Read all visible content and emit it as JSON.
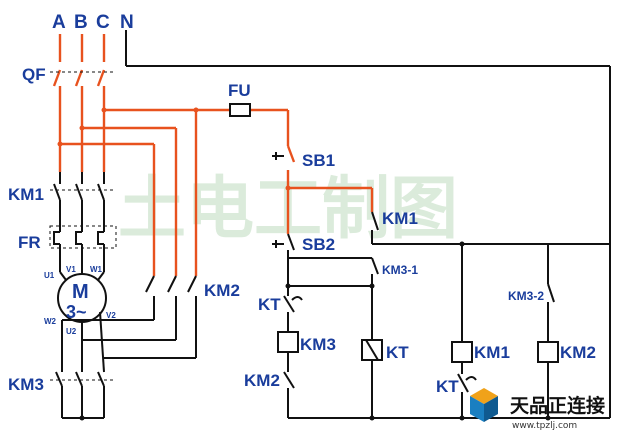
{
  "phases": {
    "a": "A",
    "b": "B",
    "c": "C",
    "n": "N"
  },
  "labels": {
    "qf": "QF",
    "fu": "FU",
    "km1_main": "KM1",
    "fr": "FR",
    "motor_m": "M",
    "motor_3": "3~",
    "u1": "U1",
    "v1": "V1",
    "w1": "W1",
    "u2": "U2",
    "v2": "V2",
    "w2": "W2",
    "km2_main": "KM2",
    "km3_main": "KM3",
    "sb1": "SB1",
    "sb2": "SB2",
    "km1_aux": "KM1",
    "km3_1": "KM3-1",
    "km3_2": "KM3-2",
    "kt_nc": "KT",
    "km3_coil": "KM3",
    "km2_nc": "KM2",
    "kt_coil": "KT",
    "km1_coil": "KM1",
    "km2_coil": "KM2",
    "kt_nc2": "KT"
  },
  "watermark": "土电工制图",
  "logo": {
    "title": "天品正连接",
    "url": "www.tpzlj.com"
  },
  "colors": {
    "wire": "#e8521e",
    "line": "#111111",
    "label": "#1a3d9c"
  }
}
